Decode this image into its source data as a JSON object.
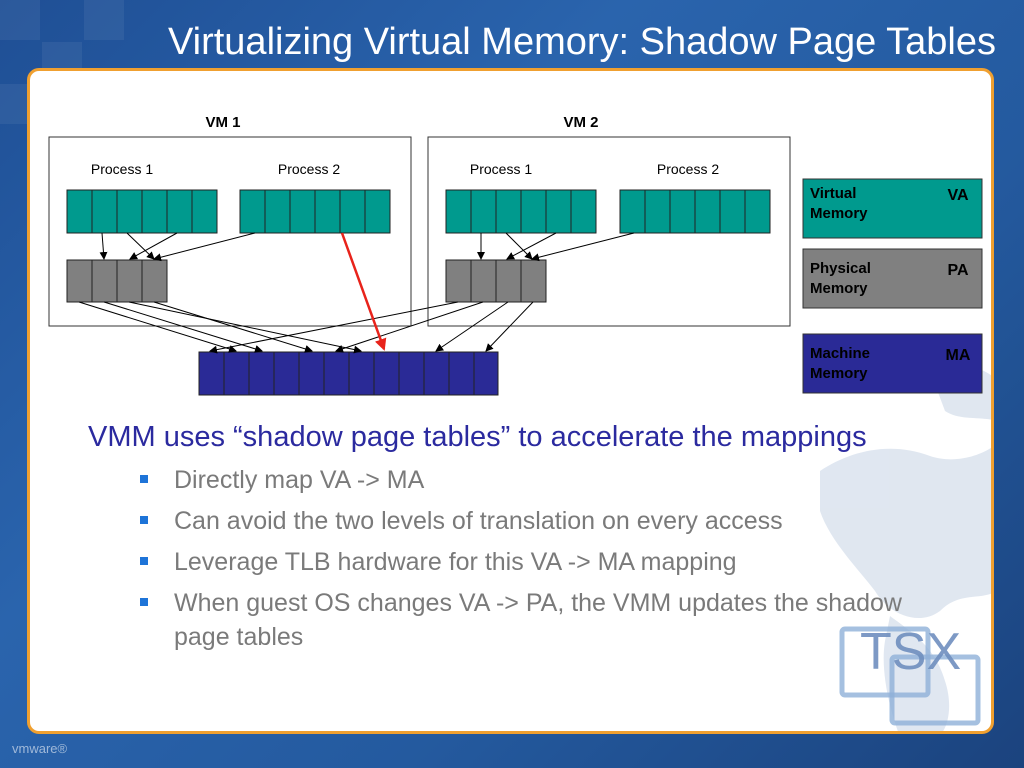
{
  "slide": {
    "title": "Virtualizing Virtual Memory: Shadow Page Tables"
  },
  "diagram": {
    "vm1_label": "VM 1",
    "vm2_label": "VM 2",
    "vm1": {
      "process1_label": "Process 1",
      "process2_label": "Process 2"
    },
    "vm2": {
      "process1_label": "Process 1",
      "process2_label": "Process 2"
    },
    "legend": [
      {
        "name": "Virtual\nMemory",
        "abbr": "VA",
        "color": "#009a8e"
      },
      {
        "name": "Physical\nMemory",
        "abbr": "PA",
        "color": "#808080"
      },
      {
        "name": "Machine\nMemory",
        "abbr": "MA",
        "color": "#2a2a96"
      }
    ],
    "colors": {
      "virtual": "#009a8e",
      "physical": "#808080",
      "machine": "#2a2a96",
      "shadow_arrow": "#e8231b"
    }
  },
  "bullets": {
    "main": "VMM uses “shadow page tables” to accelerate the mappings",
    "sub": [
      "Directly map VA -> MA",
      "Can avoid the two levels of translation on every access",
      "Leverage TLB hardware for this VA -> MA mapping",
      "When guest OS changes VA -> PA, the VMM updates the shadow page tables"
    ]
  },
  "logos": {
    "tsx": "TSX",
    "vmware": "vmware®"
  }
}
